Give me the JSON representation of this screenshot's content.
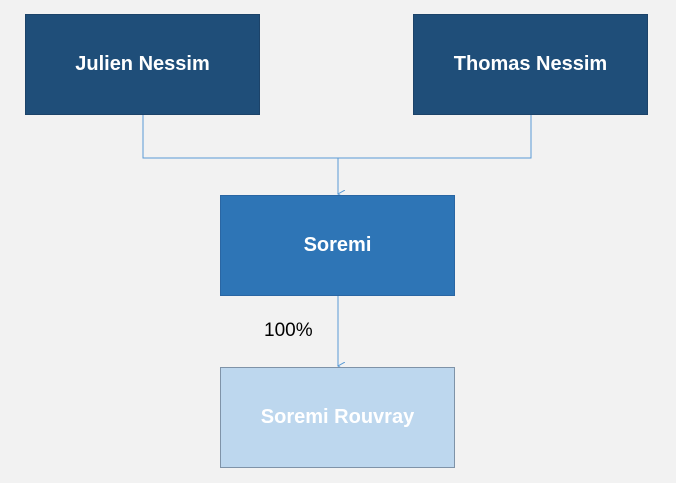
{
  "diagram": {
    "nodes": {
      "julien": {
        "label": "Julien Nessim",
        "fill": "#1f4e79",
        "text_color": "#ffffff"
      },
      "thomas": {
        "label": "Thomas Nessim",
        "fill": "#1f4e79",
        "text_color": "#ffffff"
      },
      "soremi": {
        "label": "Soremi",
        "fill": "#2e75b6",
        "text_color": "#ffffff"
      },
      "rouvray": {
        "label": "Soremi Rouvray",
        "fill": "#bdd7ee",
        "text_color": "#ffffff"
      }
    },
    "edges": [
      {
        "from": "julien",
        "to": "soremi",
        "label": ""
      },
      {
        "from": "thomas",
        "to": "soremi",
        "label": ""
      },
      {
        "from": "soremi",
        "to": "rouvray",
        "label": "100%"
      }
    ],
    "connector_color": "#5b9bd5",
    "background": "#f2f2f2"
  }
}
